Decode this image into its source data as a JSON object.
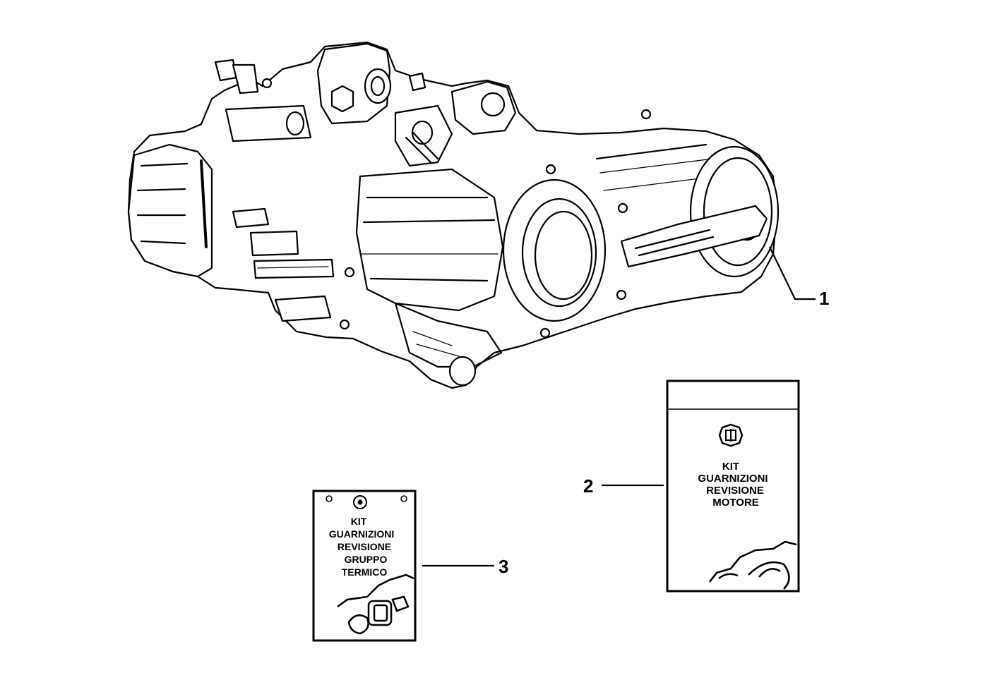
{
  "diagram": {
    "callouts": [
      {
        "id": "1",
        "label": "1"
      },
      {
        "id": "2",
        "label": "2"
      },
      {
        "id": "3",
        "label": "3"
      }
    ],
    "kit_motore": {
      "lines": [
        "KIT",
        "GUARNIZIONI",
        "REVISIONE",
        "MOTORE"
      ]
    },
    "kit_gruppo_termico": {
      "lines": [
        "KIT",
        "GUARNIZIONI",
        "REVISIONE",
        "GRUPPO",
        "TERMICO"
      ]
    }
  }
}
